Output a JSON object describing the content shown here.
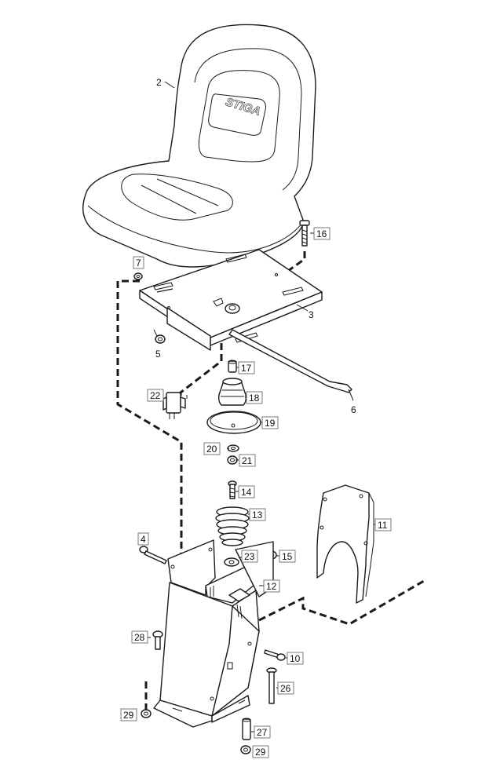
{
  "logo": "STIGA",
  "callouts": {
    "c2": "2",
    "c3": "3",
    "c4": "4",
    "c5": "5",
    "c6": "6",
    "c7": "7",
    "c10": "10",
    "c11": "11",
    "c12": "12",
    "c13": "13",
    "c14": "14",
    "c15": "15",
    "c16": "16",
    "c17": "17",
    "c18": "18",
    "c19": "19",
    "c20": "20",
    "c21": "21",
    "c22": "22",
    "c23": "23",
    "c26": "26",
    "c27": "27",
    "c28": "28",
    "c29a": "29",
    "c29b": "29"
  }
}
